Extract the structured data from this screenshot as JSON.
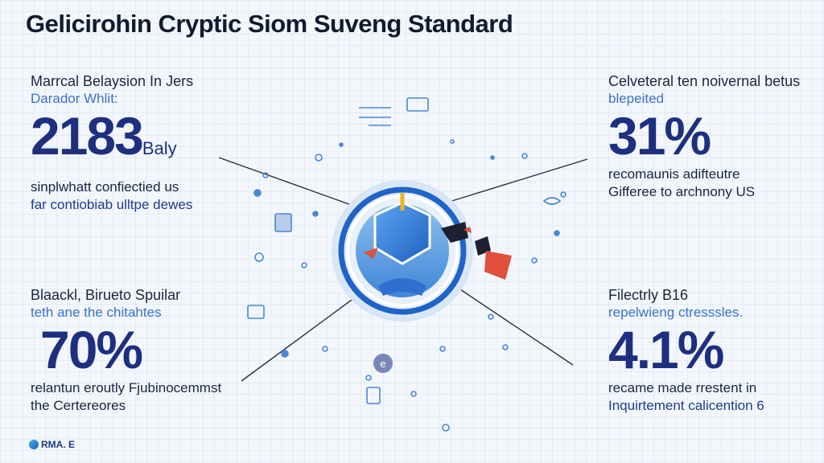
{
  "title": "Gelicirohin Cryptic Siom Suveng Standard",
  "stats": {
    "top_left": {
      "heading": "Marrcal Belaysion In Jers",
      "subheading": "Darador Whlit:",
      "value": "2183",
      "unit": "Baly",
      "desc_line1": "sinplwhatt confiectied us",
      "desc_line2": "far contiobiab ulltpe dewes"
    },
    "top_right": {
      "heading": "Celveteral ten noivernal betus",
      "subheading": "blepeited",
      "value": "31%",
      "desc_line1": "recomaunis adifteutre",
      "desc_line2": "Gifferee to archnony US"
    },
    "bottom_left": {
      "heading": "Blaackl, Birueto Spuilar",
      "subheading": "teth ane the chitahtes",
      "value": "70%",
      "desc_line1": "relantun eroutly Fjubinocemmst",
      "desc_line2": "the Certereores"
    },
    "bottom_right": {
      "heading": "Filectrly B16",
      "subheading": "repelwieng ctresssles.",
      "value": "4.1%",
      "desc_line1": "recame made rrestent in",
      "desc_line2": "Inquirtement calicention 6"
    }
  },
  "logo": {
    "text": "RMA. E"
  },
  "colors": {
    "accent_blue": "#1f2f80",
    "sub_blue": "#3a72c8",
    "ring_blue": "#1f64c8",
    "red_accent": "#e0503a",
    "yellow_accent": "#f0b21c"
  }
}
